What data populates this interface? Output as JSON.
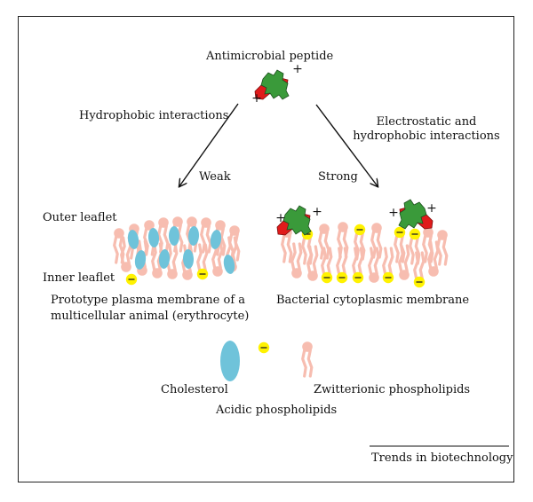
{
  "title": "Antimicrobial peptide",
  "arrows": {
    "left_label": "Hydrophobic interactions",
    "right_label_line1": "Electrostatic and",
    "right_label_line2": "hydrophobic interactions",
    "left_strength": "Weak",
    "right_strength": "Strong"
  },
  "membranes": {
    "outer_leaflet": "Outer leaflet",
    "inner_leaflet": "Inner leaflet",
    "left_caption_line1": "Prototype plasma membrane of a",
    "left_caption_line2": "multicellular animal (erythrocyte)",
    "right_caption": "Bacterial cytoplasmic membrane"
  },
  "legend": {
    "cholesterol": "Cholesterol",
    "acidic": "Acidic phospholipids",
    "zwitterionic": "Zwitterionic phospholipids"
  },
  "source": "Trends in biotechnology",
  "glyphs": {
    "plus": "+",
    "minus": "−"
  },
  "colors": {
    "phospholipid": "#f7bdb0",
    "cholesterol": "#6fc3da",
    "acidic_head": "#fff200",
    "peptide_green": "#3a9a3a",
    "peptide_red": "#e01b1b"
  }
}
